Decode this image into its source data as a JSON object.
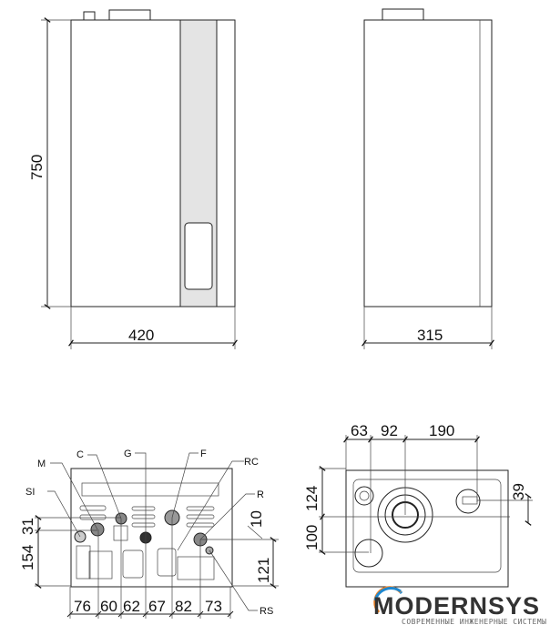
{
  "front_view": {
    "height_label": "750",
    "width_label": "420"
  },
  "side_view": {
    "depth_label": "315"
  },
  "bottom_connections": {
    "labels": {
      "M": "M",
      "C": "C",
      "G": "G",
      "F": "F",
      "RC": "RC",
      "R": "R",
      "SI": "SI",
      "RS": "RS"
    },
    "horizontal_dims": [
      "76",
      "60",
      "62",
      "67",
      "82",
      "73"
    ],
    "left_dims": {
      "upper": "31",
      "lower": "154"
    },
    "right_dims": {
      "upper": "10",
      "lower": "121"
    }
  },
  "top_view": {
    "top_dims": [
      "63",
      "92",
      "190"
    ],
    "left_dims": {
      "upper": "124",
      "lower": "100"
    },
    "right_dim": "39"
  },
  "logo": {
    "name": "MODERNSYS",
    "tagline": "СОВРЕМЕННЫЕ ИНЖЕНЕРНЫЕ СИСТЕМЫ",
    "accent_blue": "#1e88d0",
    "accent_orange": "#f08020"
  }
}
